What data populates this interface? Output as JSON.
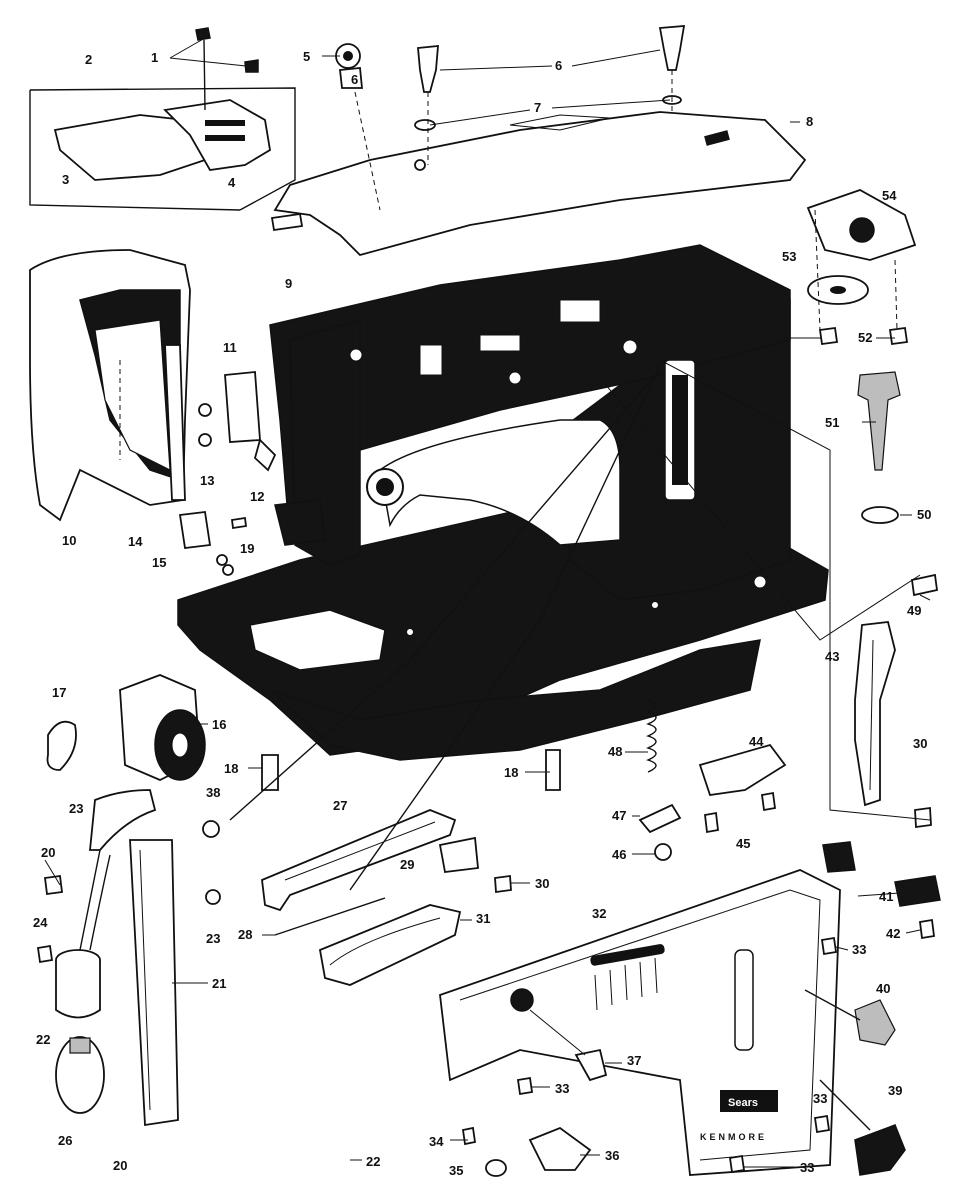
{
  "figure": {
    "labels": [
      "1",
      "2",
      "3",
      "4",
      "5",
      "6",
      "6",
      "7",
      "8",
      "9",
      "10",
      "11",
      "12",
      "13",
      "14",
      "15",
      "16",
      "17",
      "18",
      "18",
      "19",
      "20",
      "20",
      "21",
      "22",
      "22",
      "23",
      "23",
      "24",
      "26",
      "27",
      "28",
      "29",
      "30",
      "30",
      "31",
      "32",
      "33",
      "33",
      "33",
      "33",
      "34",
      "35",
      "36",
      "37",
      "38",
      "39",
      "40",
      "41",
      "42",
      "43",
      "44",
      "45",
      "46",
      "47",
      "48",
      "49",
      "50",
      "51",
      "52",
      "53",
      "54"
    ]
  }
}
